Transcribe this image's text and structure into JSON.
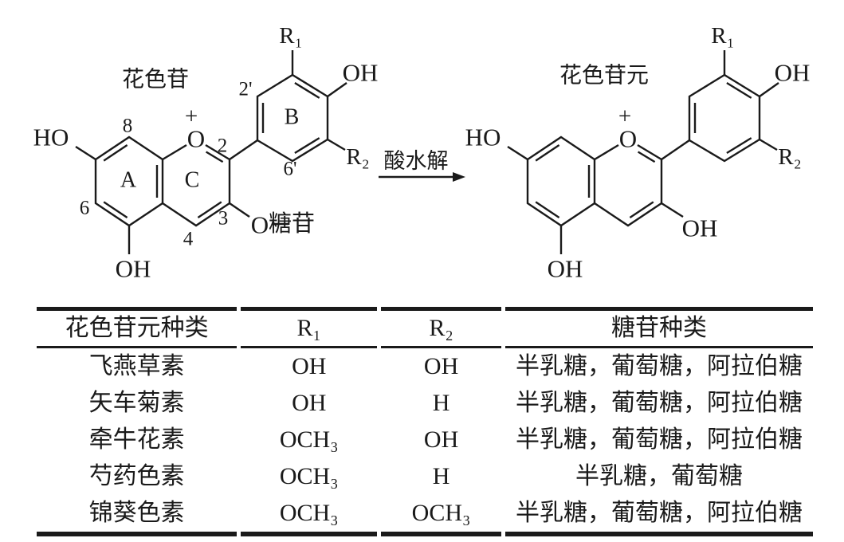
{
  "colors": {
    "ink": "#1a1a1a",
    "background": "#ffffff"
  },
  "reaction": {
    "arrow_label": "酸水解",
    "anthocyanin": {
      "title": "花色苷",
      "labels": {
        "ho7": "HO",
        "oh5": "OH",
        "ring_o": "O",
        "plus": "+",
        "pos8": "8",
        "pos6": "6",
        "pos4": "4",
        "pos3": "3",
        "pos2": "2",
        "pos2prime": "2'",
        "pos6prime": "6'",
        "ring_a": "A",
        "ring_b": "B",
        "ring_c": "C",
        "r1": "R₁",
        "r2": "R₂",
        "oh4prime": "OH",
        "glycoside_o": "O",
        "glycoside": "糖苷"
      }
    },
    "anthocyanidin": {
      "title": "花色苷元",
      "labels": {
        "ho7": "HO",
        "oh5": "OH",
        "ring_o": "O",
        "plus": "+",
        "r1": "R₁",
        "r2": "R₂",
        "oh4prime": "OH",
        "oh3": "OH"
      }
    }
  },
  "table": {
    "headers": [
      "花色苷元种类",
      "R₁",
      "R₂",
      "糖苷种类"
    ],
    "rows": [
      [
        "飞燕草素",
        "OH",
        "OH",
        "半乳糖，葡萄糖，阿拉伯糖"
      ],
      [
        "矢车菊素",
        "OH",
        "H",
        "半乳糖，葡萄糖，阿拉伯糖"
      ],
      [
        "牵牛花素",
        "OCH₃",
        "OH",
        "半乳糖，葡萄糖，阿拉伯糖"
      ],
      [
        "芍药色素",
        "OCH₃",
        "H",
        "半乳糖，葡萄糖"
      ],
      [
        "锦葵色素",
        "OCH₃",
        "OCH₃",
        "半乳糖，葡萄糖，阿拉伯糖"
      ]
    ]
  }
}
